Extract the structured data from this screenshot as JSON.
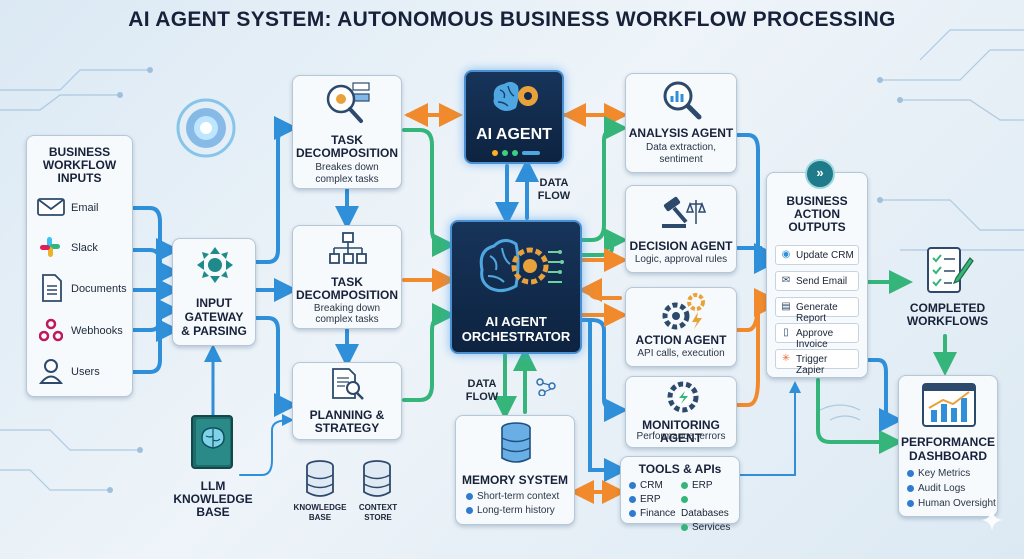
{
  "title": "AI AGENT SYSTEM: AUTONOMOUS BUSINESS WORKFLOW PROCESSING",
  "inputs": {
    "title_line1": "BUSINESS",
    "title_line2": "WORKFLOW",
    "title_line3": "INPUTS",
    "items": [
      {
        "label": "Email",
        "icon": "envelope-icon"
      },
      {
        "label": "Slack",
        "icon": "slack-icon"
      },
      {
        "label": "Documents",
        "icon": "document-icon"
      },
      {
        "label": "Webhooks",
        "icon": "webhook-icon"
      },
      {
        "label": "Users",
        "icon": "user-icon"
      }
    ]
  },
  "gateway": {
    "line1": "INPUT",
    "line2": "GATEWAY",
    "line3": "& PARSING"
  },
  "llm": {
    "line1": "LLM",
    "line2": "KNOWLEDGE",
    "line3": "BASE"
  },
  "task1": {
    "title_line1": "TASK",
    "title_line2": "DECOMPOSITION",
    "sub_line1": "Breakes down",
    "sub_line2": "complex tasks"
  },
  "task2": {
    "title_line1": "TASK",
    "title_line2": "DECOMPOSITION",
    "sub_line1": "Breaking down",
    "sub_line2": "complex tasks"
  },
  "planning": {
    "line1": "PLANNING &",
    "line2": "STRATEGY"
  },
  "stores": [
    {
      "line1": "KNOWLEDGE",
      "line2": "BASE"
    },
    {
      "line1": "CONTEXT",
      "line2": "STORE"
    }
  ],
  "ai_agent": {
    "label": "AI AGENT"
  },
  "orchestrator": {
    "line1": "AI AGENT",
    "line2": "ORCHESTRATOR"
  },
  "data_flow_top": {
    "line1": "DATA",
    "line2": "FLOW"
  },
  "data_flow_bottom": {
    "line1": "DATA",
    "line2": "FLOW"
  },
  "memory": {
    "title": "MEMORY SYSTEM",
    "items": [
      "Short-term context",
      "Long-term history"
    ]
  },
  "agents": [
    {
      "title": "ANALYSIS AGENT",
      "sub_line1": "Data extraction,",
      "sub_line2": "sentiment"
    },
    {
      "title": "DECISION AGENT",
      "sub_line1": "Logic, approval rules",
      "sub_line2": ""
    },
    {
      "title": "ACTION AGENT",
      "sub_line1": "API calls, execution",
      "sub_line2": ""
    },
    {
      "title": "MONITORING AGENT",
      "sub_line1": "Performance, errors",
      "sub_line2": ""
    }
  ],
  "tools": {
    "title": "TOOLS & APIs",
    "col1": [
      "CRM",
      "ERP",
      "Finance"
    ],
    "col2": [
      "ERP",
      "Databases",
      "Services"
    ]
  },
  "outputs": {
    "title_line1": "BUSINESS",
    "title_line2": "ACTION",
    "title_line3": "OUTPUTS",
    "items": [
      {
        "label": "Update CRM",
        "icon": "globe-icon"
      },
      {
        "label": "Send Email",
        "icon": "envelope-icon"
      },
      {
        "label": "Generate Report",
        "icon": "report-icon"
      },
      {
        "label": "Approve Invoice",
        "icon": "invoice-icon"
      },
      {
        "label": "Trigger Zapier",
        "icon": "zapier-icon"
      }
    ]
  },
  "completed": {
    "line1": "COMPLETED",
    "line2": "WORKFLOWS"
  },
  "dashboard": {
    "title_line1": "PERFORMANCE",
    "title_line2": "DASHBOARD",
    "items": [
      "Key Metrics",
      "Audit Logs",
      "Human Oversight"
    ]
  },
  "colors": {
    "blue_arrow": "#2f8fd8",
    "green_arrow": "#35b57a",
    "orange_arrow": "#f08a2c",
    "dark_panel": "#12294a"
  }
}
